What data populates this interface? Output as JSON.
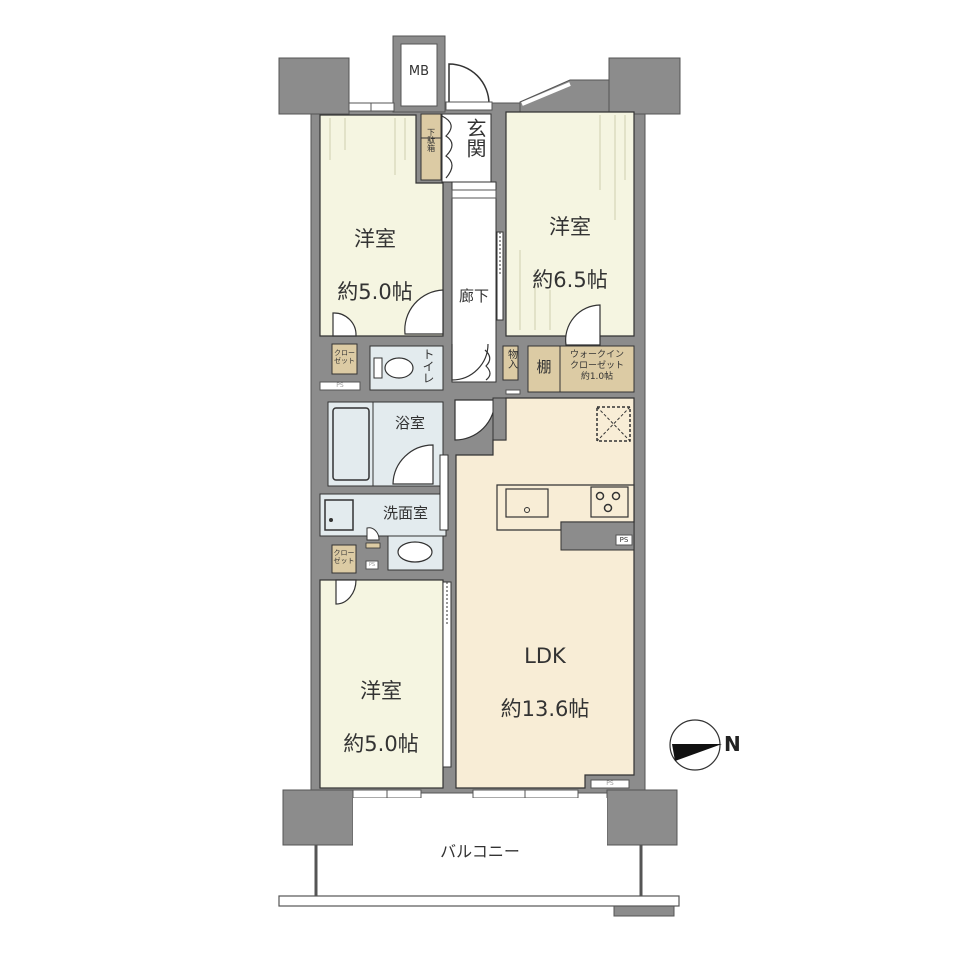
{
  "floor_plan": {
    "colors": {
      "wall": "#8c8c8c",
      "wall_stroke": "#555555",
      "bedroom_floor": "#f5f5e1",
      "ldk_floor": "#f8edd6",
      "wet_area": "#e3ebee",
      "storage": "#dccba4",
      "hallway": "#ffffff"
    },
    "rooms": {
      "bedroom_north_west": {
        "name": "洋室",
        "size": "約5.0帖"
      },
      "bedroom_north_east": {
        "name": "洋室",
        "size": "約6.5帖"
      },
      "bedroom_south": {
        "name": "洋室",
        "size": "約5.0帖"
      },
      "ldk": {
        "name": "LDK",
        "size": "約13.6帖"
      },
      "entrance": {
        "name": "玄関"
      },
      "hallway": {
        "name": "廊下"
      },
      "toilet": {
        "name": "トイレ"
      },
      "bathroom": {
        "name": "浴室"
      },
      "washroom": {
        "name": "洗面室"
      },
      "balcony": {
        "name": "バルコニー"
      },
      "meter_box": {
        "name": "MB"
      },
      "shoe_cabinet": {
        "name": "下駄箱"
      },
      "storage_room": {
        "name": "物入"
      },
      "shelf": {
        "name": "棚"
      },
      "walk_in_closet": {
        "name": "ウォークイン\nクローゼット\n約1.0帖"
      },
      "closet_1": {
        "name": "クロー\nゼット"
      },
      "closet_2": {
        "name": "クロー\nゼット"
      },
      "ps_1": {
        "name": "PS"
      },
      "ps_2": {
        "name": "PS"
      },
      "ps_3": {
        "name": "PS"
      },
      "ps_4": {
        "name": "PS"
      }
    },
    "compass": {
      "direction_label": "N"
    }
  }
}
